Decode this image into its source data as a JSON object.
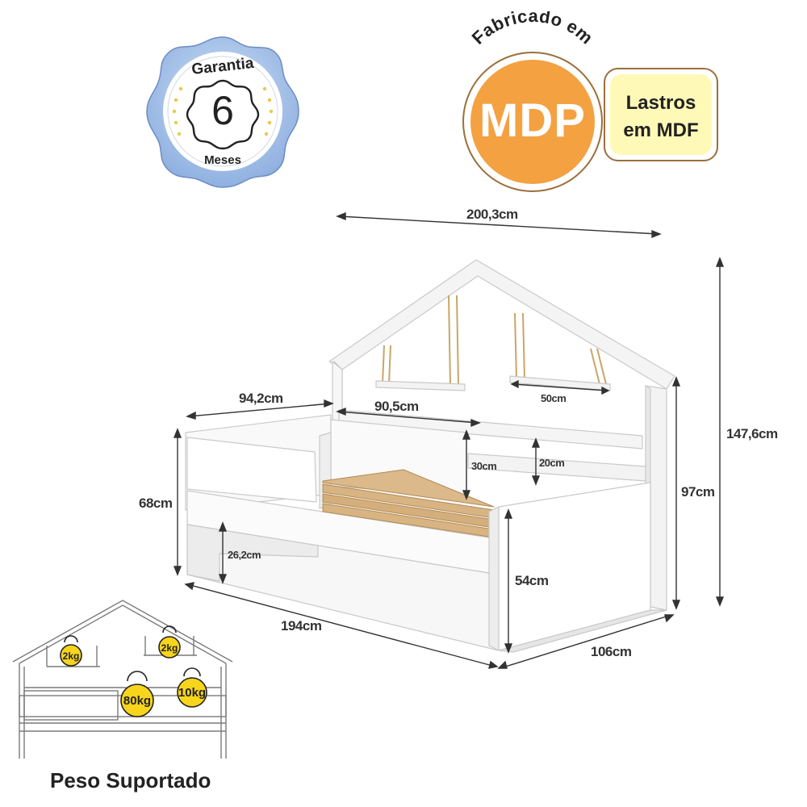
{
  "warranty_badge": {
    "title": "Garantia",
    "number": "6",
    "unit": "Meses",
    "colors": {
      "outer": "#9bb8e6",
      "inner_ring": "#ffffff",
      "stars": "#e8c94a"
    }
  },
  "material_badge": {
    "arc_text": "Fabricado em",
    "material": "MDP",
    "slats_line1": "Lastros",
    "slats_line2": "em MDF",
    "colors": {
      "circle": "#f4a142",
      "slats_box": "#fff9b8",
      "border": "#9c6f3a"
    }
  },
  "dimensions": {
    "total_length": "200,3cm",
    "backrest_length": "94,2cm",
    "side_rail_length": "90,5cm",
    "shelf_length": "50cm",
    "total_height": "147,6cm",
    "side_height": "68cm",
    "headboard_height": "97cm",
    "rail_height": "30cm",
    "rail_gap": "20cm",
    "floor_clearance": "26,2cm",
    "footboard_height": "54cm",
    "bed_length": "194cm",
    "bed_width": "106cm"
  },
  "weight_diagram": {
    "title": "Peso Suportado",
    "shelf_left": "2kg",
    "shelf_right": "2kg",
    "mattress": "80kg",
    "bench": "10kg",
    "weight_color": "#f7d51d"
  }
}
